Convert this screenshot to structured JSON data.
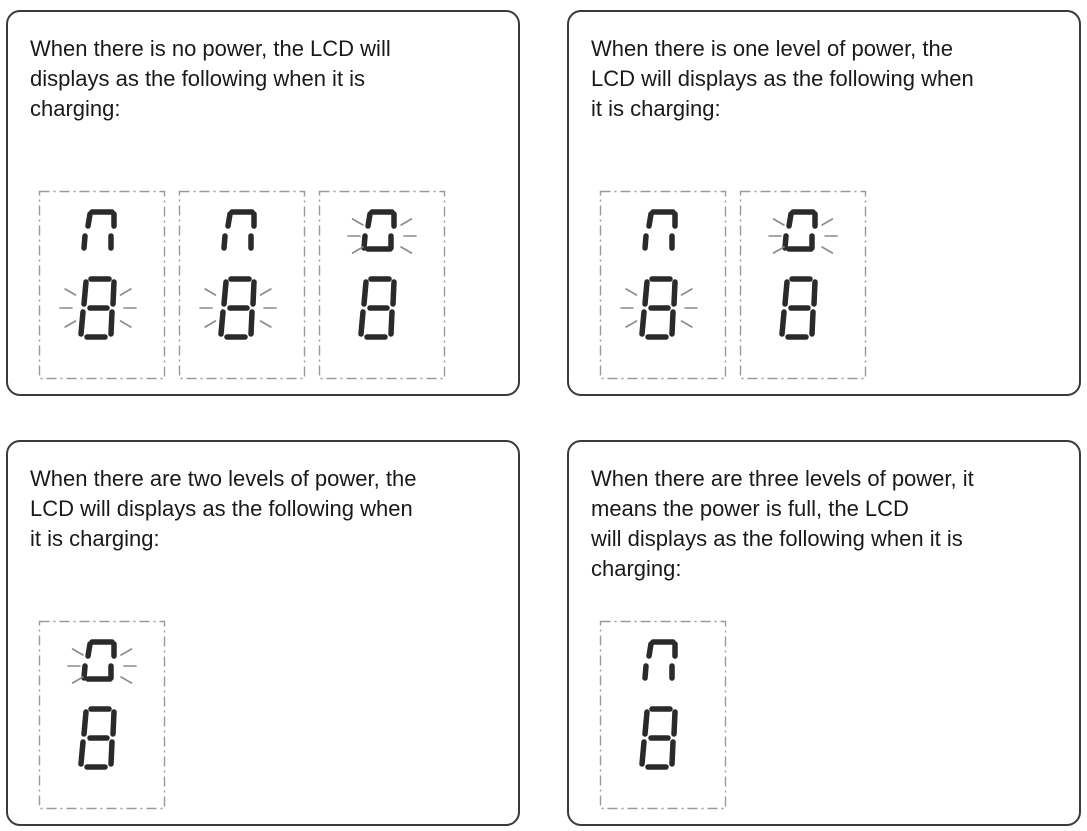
{
  "colors": {
    "border": "#3a3a3a",
    "text": "#1a1a1a",
    "dash": "#9a9a9a",
    "segment": "#2a2a2a",
    "ray": "#8a8a8a"
  },
  "panels": [
    {
      "id": "no-power",
      "text": "When there is no power, the LCD will\ndisplays as the following when it is\ncharging:",
      "frames": [
        {
          "top_shine": false,
          "bottom": "full",
          "bottom_shine": true
        },
        {
          "top_shine": false,
          "bottom": "full",
          "bottom_shine": true
        },
        {
          "top_shine": true,
          "bottom": "full",
          "bottom_shine": false
        }
      ]
    },
    {
      "id": "one-level",
      "text": "When there is one level of power, the\nLCD will displays as the following when\nit is charging:",
      "frames": [
        {
          "top_shine": false,
          "bottom": "full",
          "bottom_shine": true
        },
        {
          "top_shine": true,
          "bottom": "full",
          "bottom_shine": false
        }
      ]
    },
    {
      "id": "two-levels",
      "text": "When there are two levels of power, the\nLCD will displays as the following when\nit is charging:",
      "frames": [
        {
          "top_shine": true,
          "bottom": "full",
          "bottom_shine": false
        }
      ]
    },
    {
      "id": "three-levels",
      "text": "When there are three levels of power, it\nmeans the power is full, the LCD\nwill displays as the following when it is\ncharging:",
      "frames": [
        {
          "top_shine": false,
          "bottom": "full",
          "bottom_shine": false
        }
      ]
    }
  ]
}
